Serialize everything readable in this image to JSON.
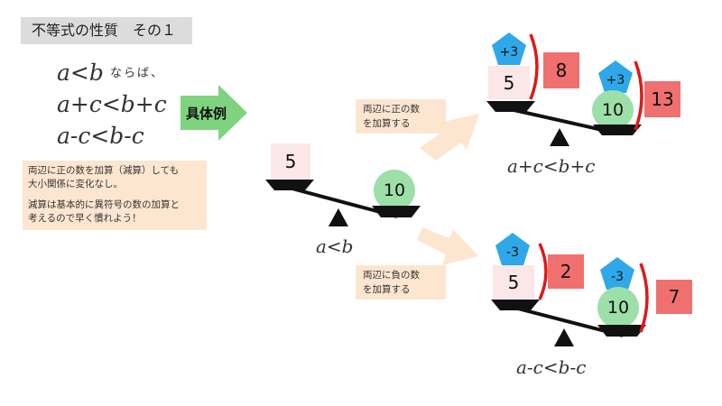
{
  "title": "不等式の性質　その１",
  "premise": {
    "expr": "a<b",
    "suffix": "ならば、"
  },
  "rule_add": "a+c<b+c",
  "rule_sub": "a-c<b-c",
  "example_label": "具体例",
  "explanation": {
    "line1": "両辺に正の数を加算（減算）しても",
    "line2": "大小関係に変化なし。",
    "line3": "減算は基本的に異符号の数の加算と",
    "line4": "考えるので早く慣れよう！"
  },
  "center_scale": {
    "left": "5",
    "right": "10",
    "caption": "a<b"
  },
  "top_note": {
    "line1": "両辺に正の数",
    "line2": "を加算する"
  },
  "bottom_note": {
    "line1": "両辺に負の数",
    "line2": "を加算する"
  },
  "top_scale": {
    "left_add": "+3",
    "left_base": "5",
    "left_total": "8",
    "right_add": "+3",
    "right_base": "10",
    "right_total": "13",
    "caption": "a+c<b+c"
  },
  "bottom_scale": {
    "left_add": "-3",
    "left_base": "5",
    "left_total": "2",
    "right_add": "-3",
    "right_base": "10",
    "right_total": "7",
    "caption": "a-c<b-c"
  },
  "colors": {
    "accent_green": "#7fd37f",
    "weight_pink": "#fbe7e7",
    "weight_green": "#9ddfa8",
    "pentagon_blue": "#2ea8e8",
    "result_red": "#f07070",
    "bracket_red": "#e01818",
    "note_peach": "#fde6d0"
  }
}
